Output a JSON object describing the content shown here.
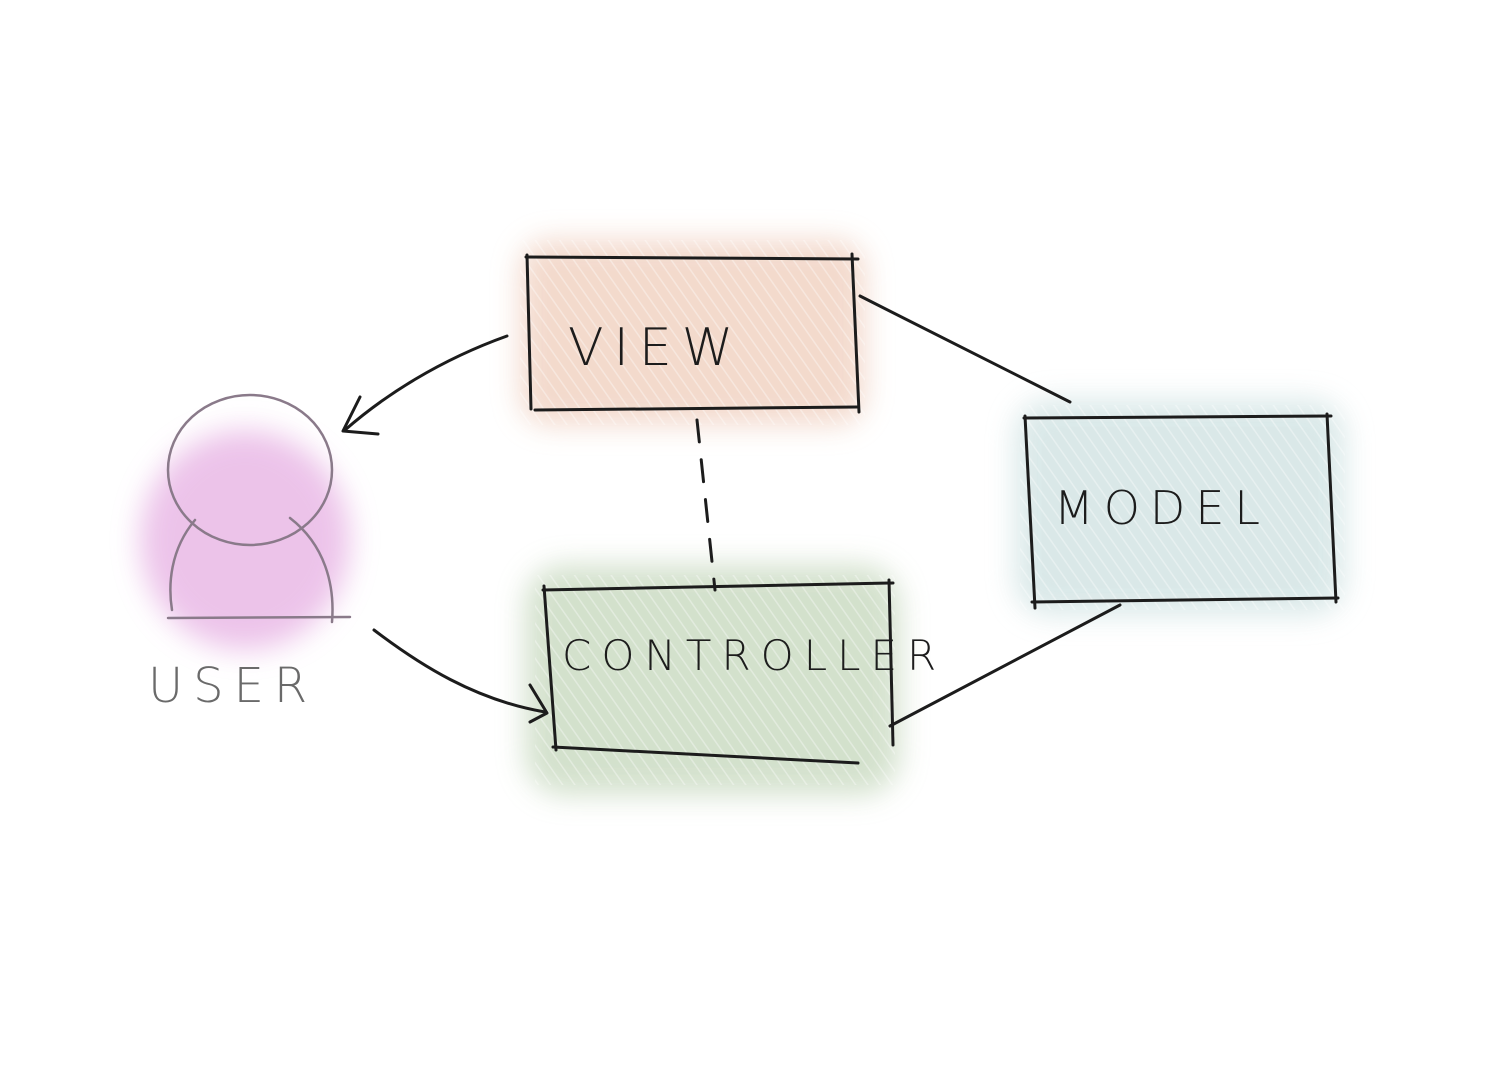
{
  "diagram": {
    "nodes": {
      "view": {
        "label": "VIEW",
        "fill": "#f2d6c7"
      },
      "controller": {
        "label": "CONTROLLER",
        "fill": "#cfdec7"
      },
      "model": {
        "label": "MODEL",
        "fill": "#d6e6e6"
      },
      "user": {
        "label": "USER",
        "fill": "#e9b9e6"
      }
    },
    "colors": {
      "ink": "#1c1c1c",
      "user_ink": "#8a7a8a",
      "user_label": "#6a6a6a"
    },
    "edges": [
      {
        "from": "view",
        "to": "user",
        "style": "arrow"
      },
      {
        "from": "user",
        "to": "controller",
        "style": "arrow"
      },
      {
        "from": "view",
        "to": "controller",
        "style": "dashed"
      },
      {
        "from": "view",
        "to": "model",
        "style": "line"
      },
      {
        "from": "controller",
        "to": "model",
        "style": "line"
      }
    ]
  }
}
